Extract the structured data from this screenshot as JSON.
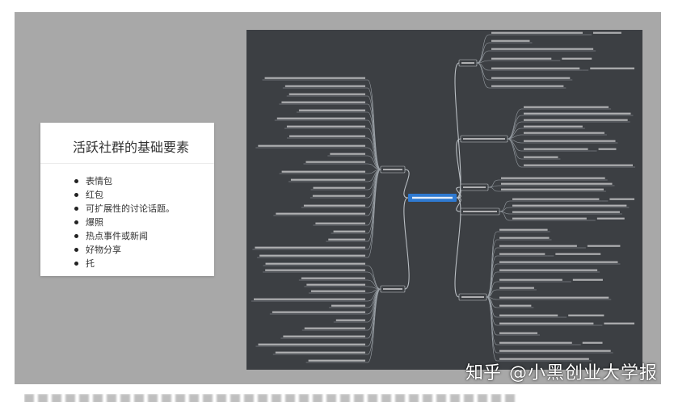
{
  "card": {
    "title": "活跃社群的基础要素",
    "bullets": [
      "表情包",
      "红包",
      "可扩展性的讨论话题。",
      "爆照",
      "热点事件或新闻",
      "好物分享",
      "托"
    ]
  },
  "watermark": {
    "platform": "知乎",
    "author": "@小黑创业大学报"
  },
  "colors": {
    "page_background": "#ffffff",
    "frame_gray": "#a8a8a8",
    "card_background": "#ffffff",
    "mindmap_background": "#3c3f43",
    "mindmap_center_node": "#2f7ad1",
    "mindmap_branch": "#9aa0a6"
  }
}
